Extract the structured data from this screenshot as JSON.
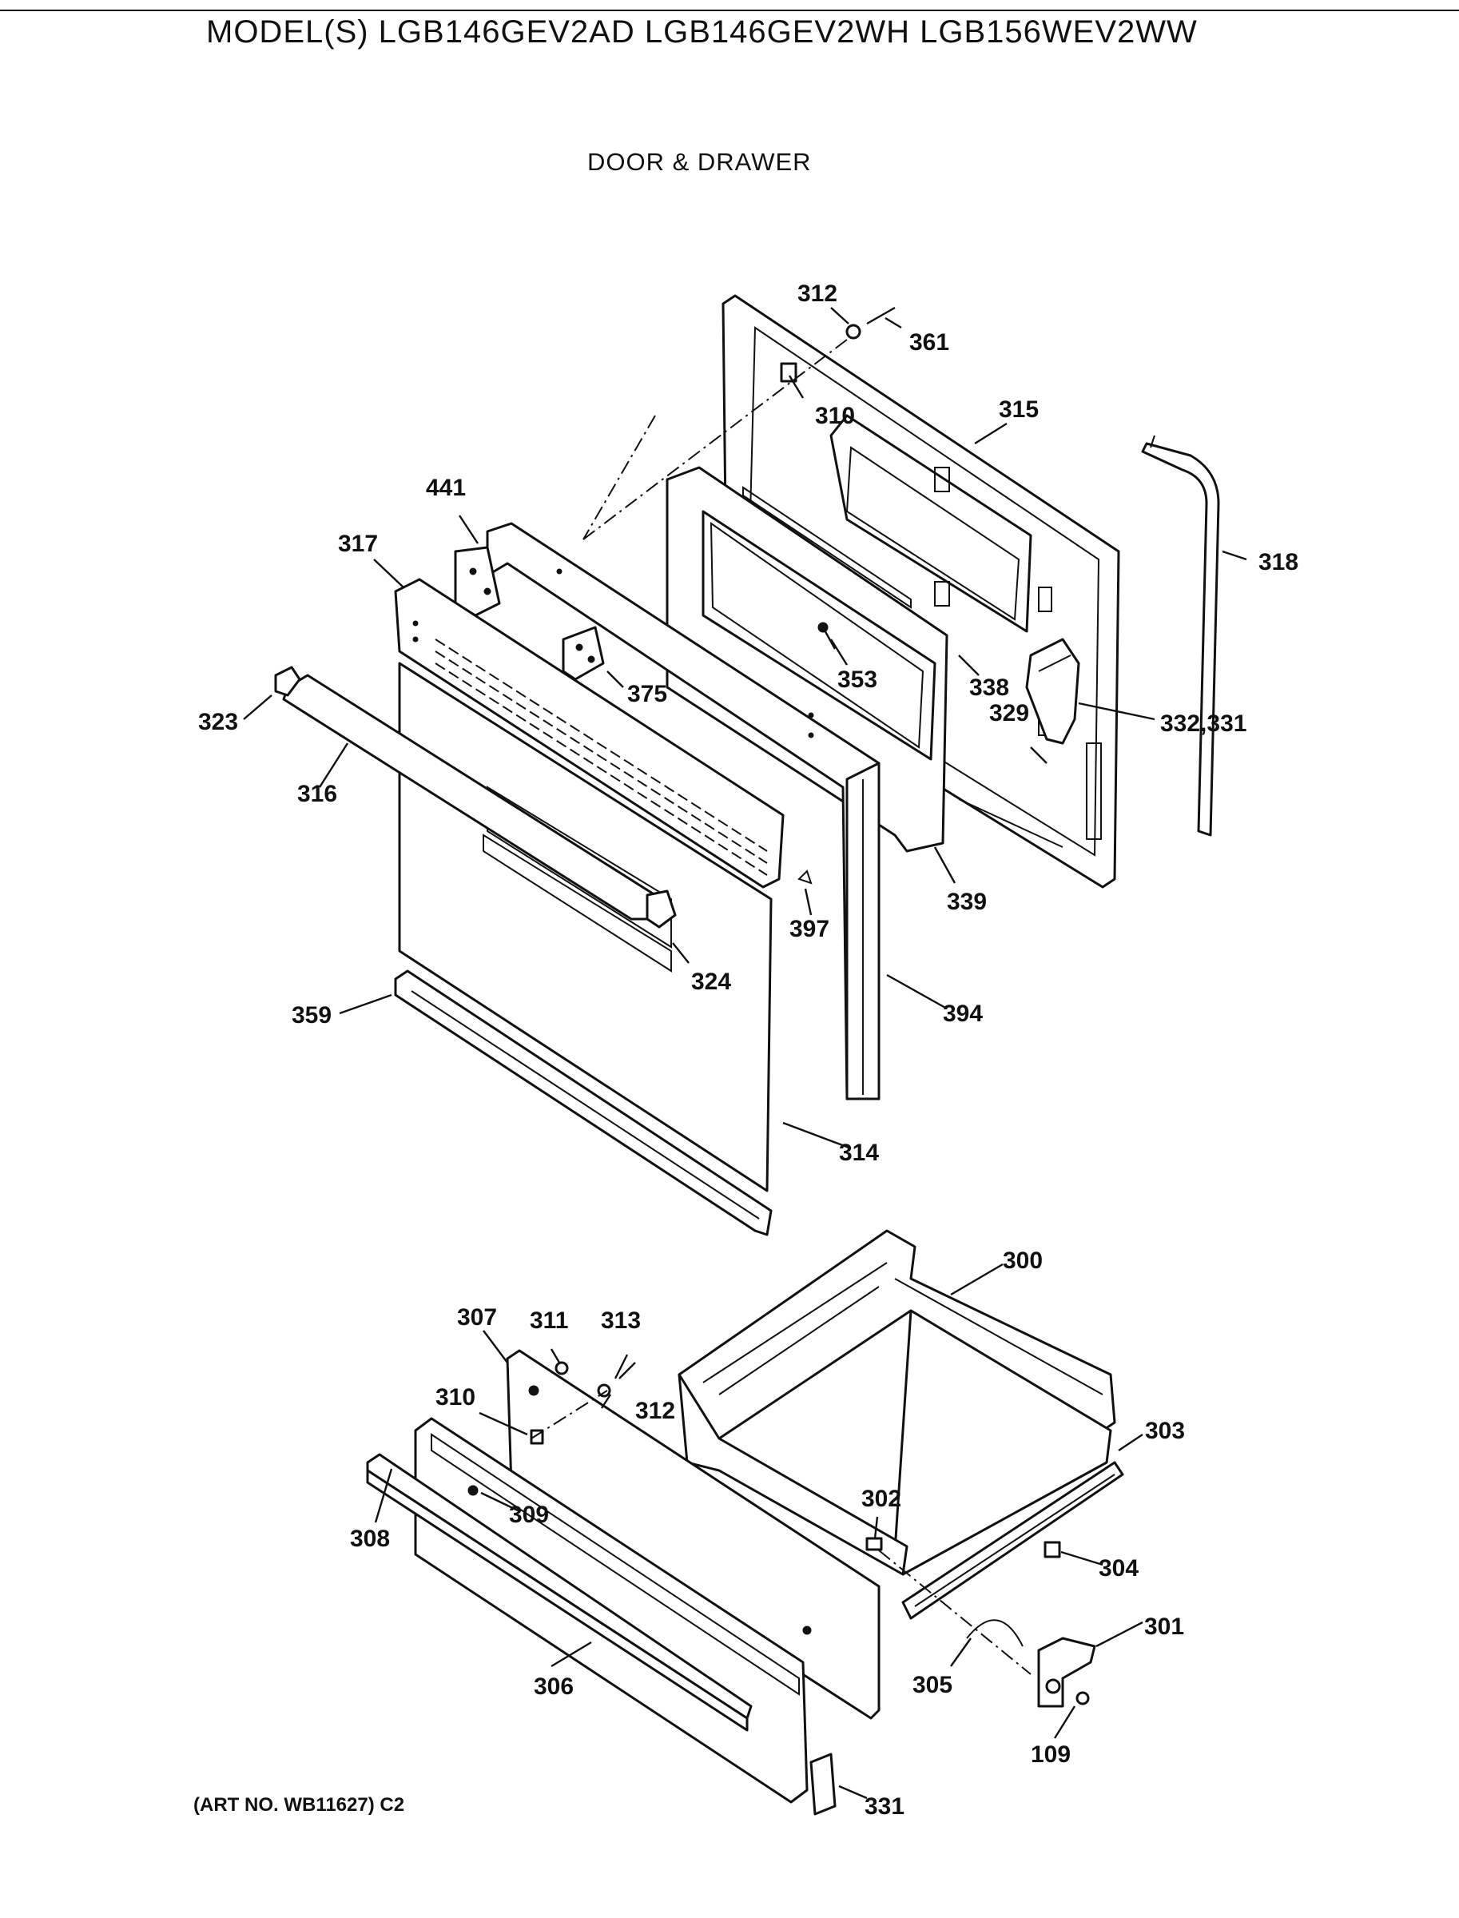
{
  "header": {
    "model_line": "MODEL(S) LGB146GEV2AD  LGB146GEV2WH  LGB156WEV2WW",
    "section_title": "DOOR & DRAWER"
  },
  "footer": {
    "art_number": "(ART NO. WB11627) C2"
  },
  "parts": {
    "p312a": "312",
    "p361": "361",
    "p310a": "310",
    "p315": "315",
    "p318": "318",
    "p441": "441",
    "p317": "317",
    "p375": "375",
    "p353": "353",
    "p338": "338",
    "p329": "329",
    "p332": "332,331",
    "p323": "323",
    "p316": "316",
    "p339": "339",
    "p397": "397",
    "p324": "324",
    "p359": "359",
    "p394": "394",
    "p314": "314",
    "p300": "300",
    "p307": "307",
    "p311": "311",
    "p313": "313",
    "p310b": "310",
    "p312b": "312",
    "p303": "303",
    "p302": "302",
    "p309": "309",
    "p308": "308",
    "p304": "304",
    "p301": "301",
    "p305": "305",
    "p306": "306",
    "p109": "109",
    "p331": "331"
  }
}
